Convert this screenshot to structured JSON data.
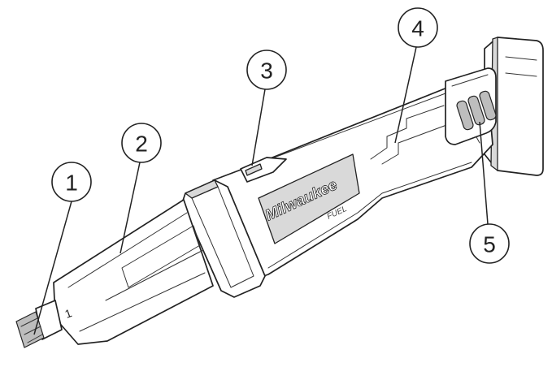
{
  "figure": {
    "brand_logo": "Milwaukee",
    "badge": "FUEL",
    "collet_mark": "1"
  },
  "callouts": [
    {
      "id": "1",
      "label": "1"
    },
    {
      "id": "2",
      "label": "2"
    },
    {
      "id": "3",
      "label": "3"
    },
    {
      "id": "4",
      "label": "4"
    },
    {
      "id": "5",
      "label": "5"
    }
  ],
  "colors": {
    "line": "#222222",
    "shade": "#d9d9d9",
    "background": "#ffffff"
  }
}
